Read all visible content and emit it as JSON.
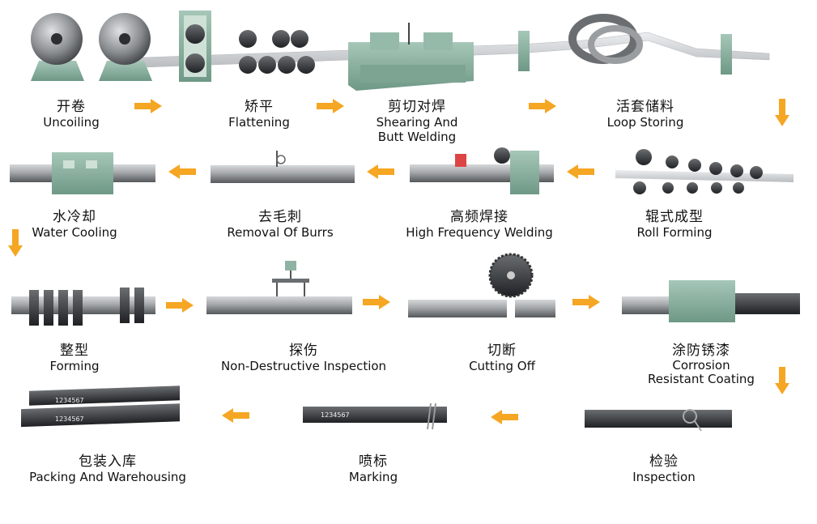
{
  "steps": [
    {
      "zh": "开卷",
      "en": "Uncoiling"
    },
    {
      "zh": "矫平",
      "en": "Flattening"
    },
    {
      "zh": "剪切对焊",
      "en": "Shearing And",
      "en2": "Butt Welding"
    },
    {
      "zh": "活套储料",
      "en": "Loop Storing"
    },
    {
      "zh": "辊式成型",
      "en": "Roll Forming"
    },
    {
      "zh": "高频焊接",
      "en": "High Frequency Welding"
    },
    {
      "zh": "去毛刺",
      "en": "Removal Of Burrs"
    },
    {
      "zh": "水冷却",
      "en": "Water Cooling"
    },
    {
      "zh": "整型",
      "en": "Forming"
    },
    {
      "zh": "探伤",
      "en": "Non-Destructive Inspection"
    },
    {
      "zh": "切断",
      "en": "Cutting Off"
    },
    {
      "zh": "涂防锈漆",
      "en": "Corrosion",
      "en2": "Resistant Coating"
    },
    {
      "zh": "检验",
      "en": "Inspection"
    },
    {
      "zh": "喷标",
      "en": "Marking"
    },
    {
      "zh": "包装入库",
      "en": "Packing And Warehousing"
    }
  ],
  "marking_text": "1234567",
  "colors": {
    "arrow": "#f5a623",
    "machine": "#8fb3a3",
    "steel": "#7a7d80"
  }
}
